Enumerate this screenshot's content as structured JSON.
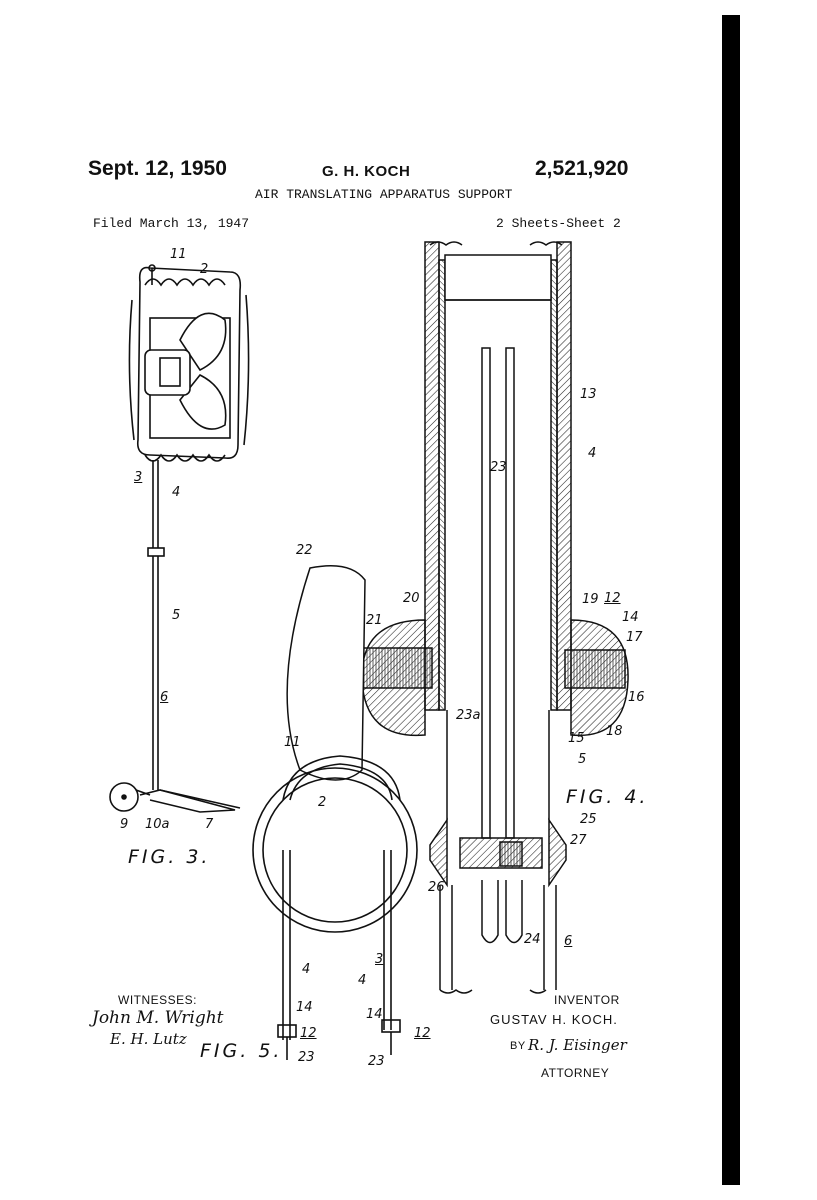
{
  "header": {
    "date": "Sept. 12, 1950",
    "inventor_header": "G. H. KOCH",
    "patent_number": "2,521,920",
    "title": "AIR TRANSLATING APPARATUS SUPPORT",
    "filed": "Filed March 13, 1947",
    "sheets": "2 Sheets-Sheet 2"
  },
  "figures": {
    "fig3": "FIG. 3.",
    "fig4": "FIG. 4.",
    "fig5": "FIG. 5."
  },
  "refs": {
    "fig3": [
      "11",
      "2",
      "3",
      "4",
      "5",
      "6",
      "9",
      "10a",
      "7"
    ],
    "fig4": [
      "22",
      "13",
      "4",
      "23",
      "20",
      "21",
      "19",
      "12",
      "14",
      "17",
      "16",
      "18",
      "15",
      "23a",
      "5",
      "25",
      "27",
      "26",
      "24",
      "6"
    ],
    "fig5": [
      "11",
      "2",
      "4",
      "3",
      "4",
      "14",
      "12",
      "23",
      "14",
      "12",
      "23"
    ]
  },
  "signatures": {
    "witnesses_label": "WITNESSES:",
    "witness_1": "John M. Wright",
    "witness_2": "E. H. Lutz",
    "inventor_label": "INVENTOR",
    "inventor_name": "GUSTAV H. KOCH.",
    "by_label": "BY",
    "attorney_signature": "R. J. Eisinger",
    "attorney_label": "ATTORNEY"
  }
}
